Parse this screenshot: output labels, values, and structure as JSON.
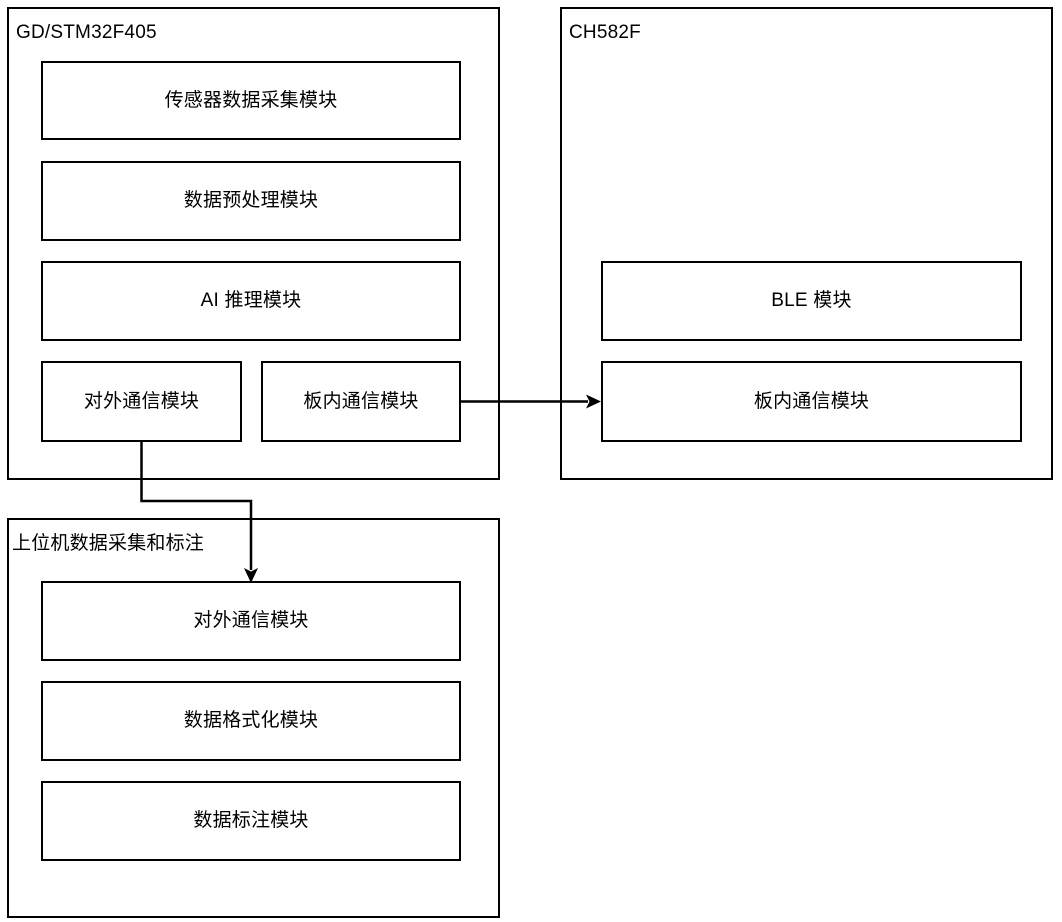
{
  "diagram": {
    "type": "block-diagram",
    "title": "",
    "background_color": "#ffffff",
    "line_color": "#000000",
    "containers": [
      {
        "id": "gd-stm32f405",
        "title": "GD/STM32F405",
        "modules": [
          {
            "id": "sensor-data-acquisition",
            "label": "传感器数据采集模块"
          },
          {
            "id": "data-preprocessing",
            "label": "数据预处理模块"
          },
          {
            "id": "ai-inference",
            "label": "AI 推理模块"
          },
          {
            "id": "external-communication",
            "label": "对外通信模块"
          },
          {
            "id": "onboard-communication",
            "label": "板内通信模块"
          }
        ]
      },
      {
        "id": "ch582f",
        "title": "CH582F",
        "modules": [
          {
            "id": "ble",
            "label": "BLE 模块"
          },
          {
            "id": "onboard-communication",
            "label": "板内通信模块"
          }
        ]
      },
      {
        "id": "host-data-collection",
        "title": "上位机数据采集和标注",
        "modules": [
          {
            "id": "external-communication",
            "label": "对外通信模块"
          },
          {
            "id": "data-formatting",
            "label": "数据格式化模块"
          },
          {
            "id": "data-labeling",
            "label": "数据标注模块"
          }
        ]
      }
    ],
    "connectors": [
      {
        "id": "onboard-to-onboard",
        "from": "gd-stm32f405.onboard-communication",
        "to": "ch582f.onboard-communication",
        "direction": "right",
        "arrow": "single"
      },
      {
        "id": "external-to-host-external",
        "from": "gd-stm32f405.external-communication",
        "to": "host-data-collection.external-communication",
        "direction": "down",
        "arrow": "single"
      }
    ]
  }
}
